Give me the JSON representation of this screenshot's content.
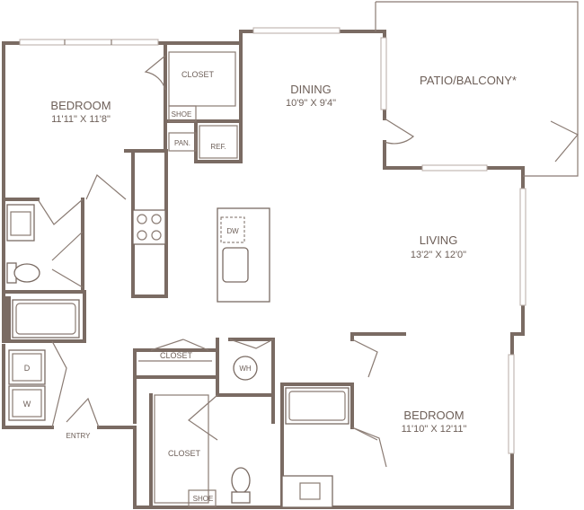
{
  "rooms": {
    "bedroom1": {
      "name": "BEDROOM",
      "dims": "11'11\" X 11'8\""
    },
    "dining": {
      "name": "DINING",
      "dims": "10'9\" X 9'4\""
    },
    "patio": {
      "name": "PATIO/BALCONY*"
    },
    "living": {
      "name": "LIVING",
      "dims": "13'2\" X 12'0\""
    },
    "bedroom2": {
      "name": "BEDROOM",
      "dims": "11'10\" X 12'11\""
    }
  },
  "labels": {
    "closet_top": "CLOSET",
    "shoe_top": "SHOE",
    "pantry": "PAN.",
    "ref": "REF.",
    "dw": "DW",
    "closet_hall": "CLOSET",
    "wh": "WH",
    "dryer": "D",
    "washer": "W",
    "entry": "ENTRY",
    "closet_bottom": "CLOSET",
    "shoe_bottom": "SHOE"
  },
  "colors": {
    "wall": "#7a6b63",
    "text": "#6d5f58",
    "window": "#b7aba4"
  }
}
